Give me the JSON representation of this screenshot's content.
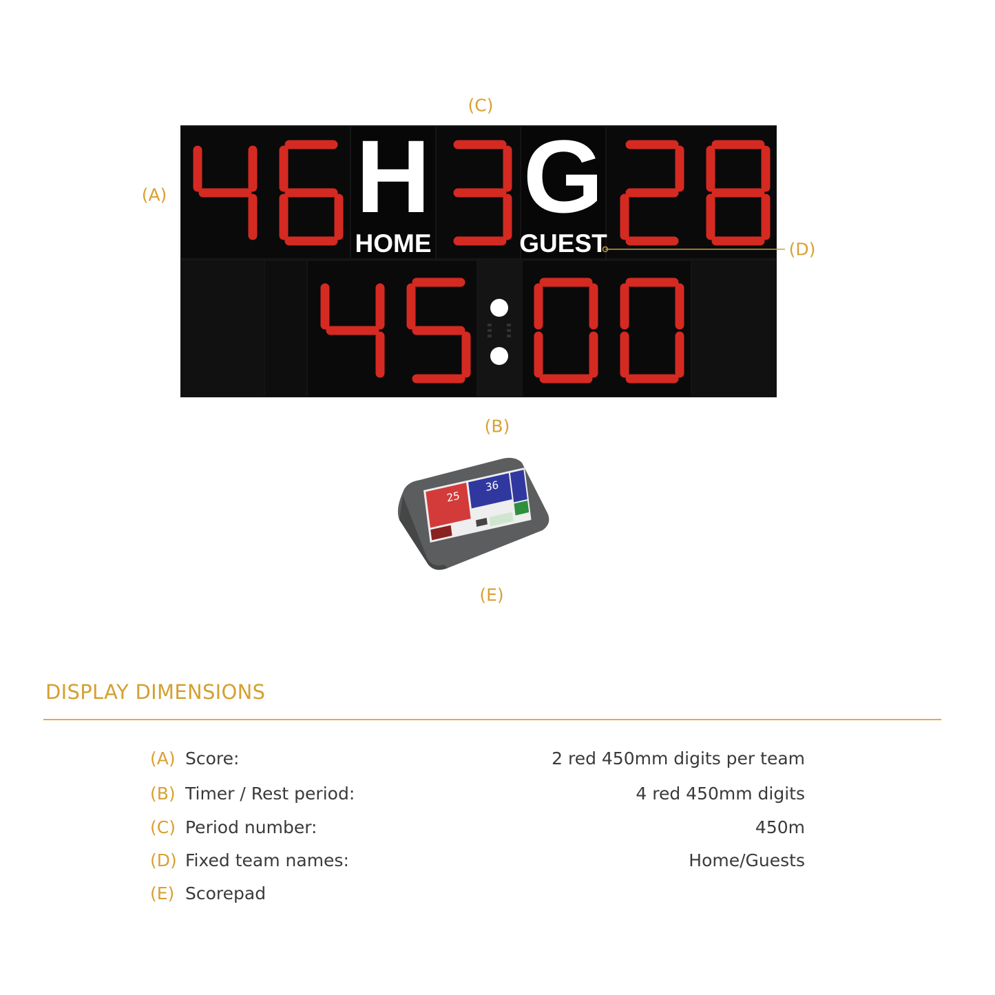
{
  "colors": {
    "accent": "#d9a032",
    "led": "#d42a22",
    "panel": "#0b0b0b"
  },
  "callouts": {
    "a": "(A)",
    "b": "(B)",
    "c": "(C)",
    "d": "(D)",
    "e": "(E)"
  },
  "scoreboard": {
    "home_score": "46",
    "home_letter": "H",
    "home_label": "HOME",
    "period": "3",
    "guest_letter": "G",
    "guest_label": "GUEST",
    "guest_score": "28",
    "timer_minutes": "45",
    "timer_seconds": "00"
  },
  "scorepad": {
    "home_score": "25",
    "guest_score": "36"
  },
  "section": {
    "title": "DISPLAY DIMENSIONS",
    "rows": [
      {
        "letter": "(A)",
        "label": "Score:",
        "value": "2 red 450mm digits per team"
      },
      {
        "letter": "(B)",
        "label": "Timer / Rest period:",
        "value": "4 red 450mm digits"
      },
      {
        "letter": "(C)",
        "label": "Period number:",
        "value": "450m"
      },
      {
        "letter": "(D)",
        "label": "Fixed team names:",
        "value": "Home/Guests"
      },
      {
        "letter": "(E)",
        "label": "Scorepad",
        "value": ""
      }
    ]
  }
}
